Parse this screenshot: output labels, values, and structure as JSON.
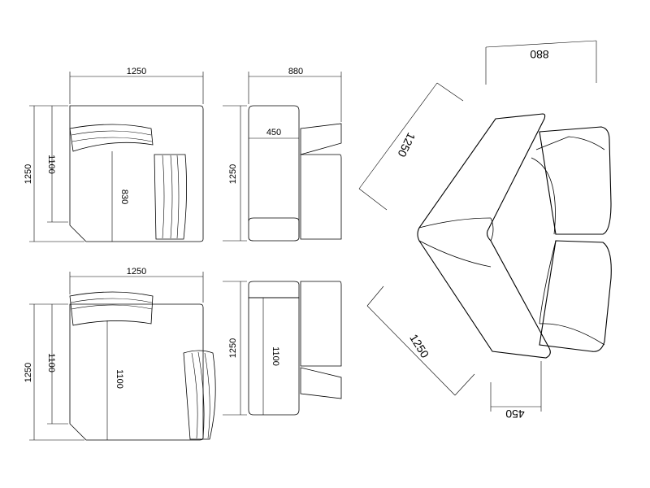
{
  "dimensions": {
    "top_left_width": "1250",
    "top_left_height_outer": "1250",
    "top_left_height_inner": "1100",
    "top_left_seat_depth": "830",
    "top_side_width": "880",
    "top_side_seat": "450",
    "top_side_height": "1250",
    "bottom_left_width": "1250",
    "bottom_left_height_outer": "1250",
    "bottom_left_height_inner": "1100",
    "bottom_left_seat_depth": "1100",
    "bottom_side_height": "1250",
    "bottom_side_seat": "1100",
    "iso_top_width": "880",
    "iso_upper_diag": "1250",
    "iso_lower_diag": "1250",
    "iso_bottom_width": "450"
  }
}
